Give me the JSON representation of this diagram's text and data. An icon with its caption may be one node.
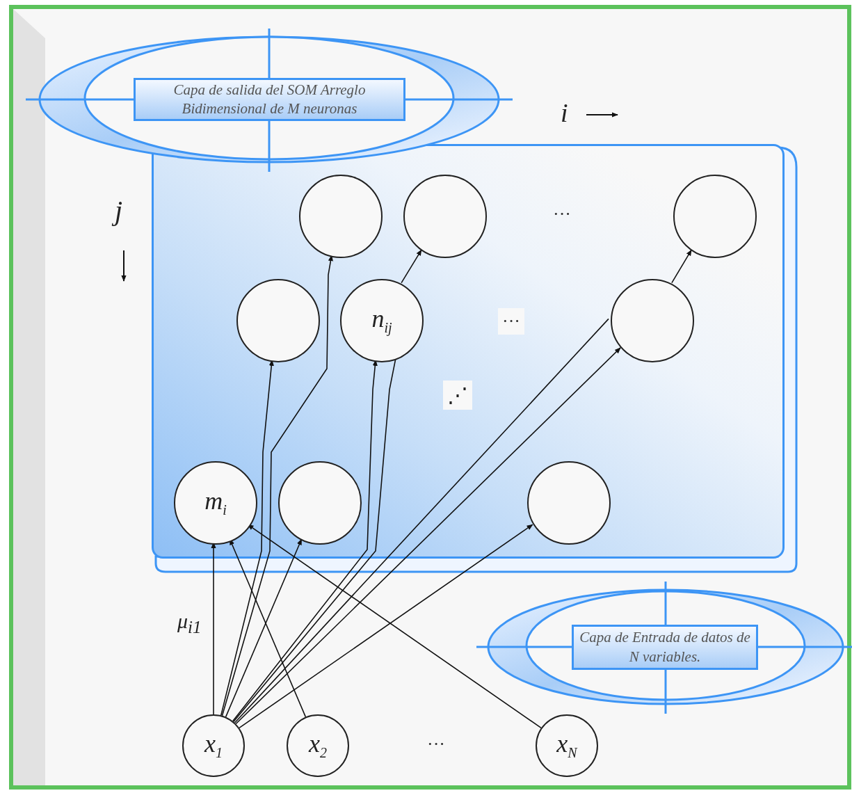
{
  "diagram": {
    "nodes": [
      {
        "text": [
          "Capa de salida del SOM Arreglo Bidimensional de M neuronas"
        ]
      },
      {
        "text": [],
        "shape": "box"
      },
      {
        "text": [],
        "shape": "circle",
        "in": 1
      },
      {
        "text": [],
        "shape": "circle",
        "in": 1
      },
      {
        "text": [],
        "shape": "circle",
        "in": 1
      },
      {
        "text": [],
        "shape": "circle",
        "in": 1
      },
      {
        "text": [
          "n$_{ij}$"
        ],
        "in": 1
      },
      {
        "text": [],
        "shape": "circle",
        "in": 1
      },
      {
        "text": [
          "m$_{i}$"
        ],
        "in": 1
      },
      {
        "text": [],
        "shape": "circle",
        "in": 1
      },
      {
        "text": [],
        "shape": "circle",
        "in": 1
      },
      {
        "text": [
          "Capa de Entrada de datos de N variables."
        ]
      },
      {
        "text": [
          "x$_{1}$"
        ]
      },
      {
        "text": [
          "x$_{2}$"
        ]
      },
      {
        "text": [
          "x$_{N}$"
        ]
      }
    ],
    "edges": [
      {
        "from": 12,
        "to": 8,
        "arrow": "to",
        "label": "μ$_{i1}$"
      },
      {
        "from": 12,
        "to": 5,
        "arrow": "to"
      },
      {
        "from": 12,
        "to": 2,
        "arrow": "to"
      },
      {
        "from": 12,
        "to": 6,
        "arrow": "to"
      },
      {
        "from": 12,
        "to": 6,
        "arrow": "none"
      },
      {
        "from": 12,
        "to": 9,
        "arrow": "to"
      },
      {
        "from": 12,
        "to": 7,
        "arrow": "none"
      },
      {
        "from": 12,
        "to": 7,
        "arrow": "to"
      },
      {
        "from": 12,
        "to": 10,
        "arrow": "to"
      },
      {
        "from": 13,
        "to": 8,
        "arrow": "to"
      },
      {
        "from": 14,
        "to": 8,
        "arrow": "to"
      },
      {
        "from": 6,
        "to": 3,
        "arrow": "to"
      },
      {
        "from": 7,
        "to": 4,
        "arrow": "to"
      }
    ],
    "labels": [
      "i",
      "j",
      "···",
      "···",
      "⋰",
      "···"
    ]
  }
}
